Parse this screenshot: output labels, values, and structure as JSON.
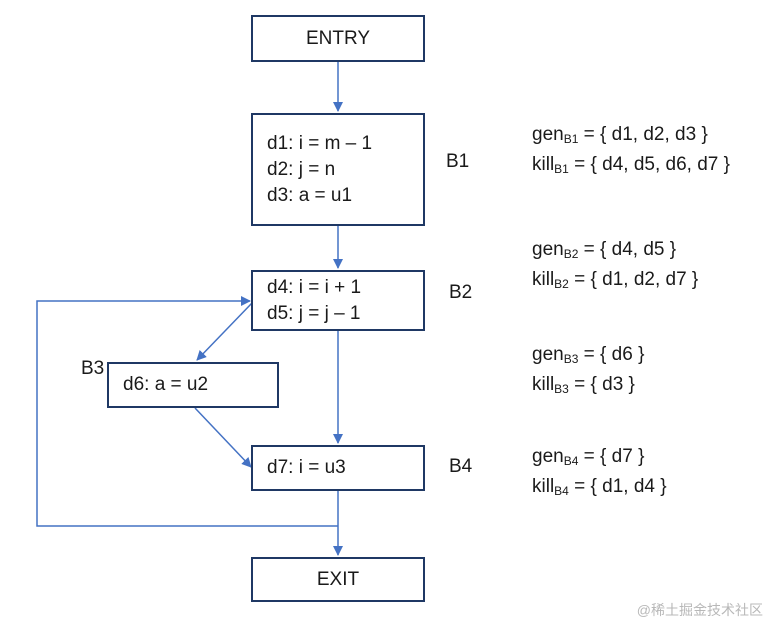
{
  "nodes": {
    "entry": "ENTRY",
    "exit": "EXIT",
    "b1": [
      "d1: i = m – 1",
      "d2: j = n",
      "d3: a = u1"
    ],
    "b2": [
      "d4: i = i + 1",
      "d5: j = j – 1"
    ],
    "b3": [
      "d6: a = u2"
    ],
    "b4": [
      "d7: i = u3"
    ]
  },
  "block_labels": {
    "b1": "B1",
    "b2": "B2",
    "b3": "B3",
    "b4": "B4"
  },
  "sets": {
    "b1": {
      "gen_word": "gen",
      "gen_sub": "B1",
      "gen_rest": " = { d1, d2, d3 }",
      "kill_word": "kill",
      "kill_sub": "B1",
      "kill_rest": " = { d4, d5, d6, d7 }"
    },
    "b2": {
      "gen_word": "gen",
      "gen_sub": "B2",
      "gen_rest": " = { d4, d5 }",
      "kill_word": "kill",
      "kill_sub": "B2",
      "kill_rest": " = { d1, d2, d7 }"
    },
    "b3": {
      "gen_word": "gen",
      "gen_sub": "B3",
      "gen_rest": " = { d6 }",
      "kill_word": "kill",
      "kill_sub": "B3",
      "kill_rest": " = { d3 }"
    },
    "b4": {
      "gen_word": "gen",
      "gen_sub": "B4",
      "gen_rest": " = { d7 }",
      "kill_word": "kill",
      "kill_sub": "B4",
      "kill_rest": " = { d1, d4 }"
    }
  },
  "watermark": "@稀土掘金技术社区",
  "colors": {
    "box_border": "#1f3864",
    "arrow": "#4472c4"
  }
}
